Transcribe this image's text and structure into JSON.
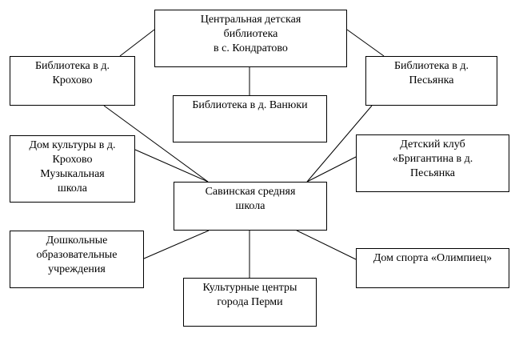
{
  "diagram": {
    "nodes": {
      "center_library": {
        "line1": "Центральная детская",
        "line2": "библиотека",
        "line3": "в с. Кондратово"
      },
      "library_krokhovo": {
        "line1": "Библиотека в д.",
        "line2": "Крохово"
      },
      "library_pesyanka": {
        "line1": "Библиотека в д.",
        "line2": "Песьянка"
      },
      "library_vanyuki": {
        "line1": "Библиотека в д. Ванюки"
      },
      "culture_house_krokhovo": {
        "line1": "Дом культуры в д.",
        "line2": "Крохово",
        "line3": "Музыкальная",
        "line4": "школа"
      },
      "club_brigantina": {
        "line1": "Детский клуб",
        "line2": "«Бригантина в д.",
        "line3": "Песьянка"
      },
      "savino_school": {
        "line1": "Савинская средняя",
        "line2": "школа"
      },
      "preschool": {
        "line1": "Дошкольные",
        "line2": "образовательные",
        "line3": "учреждения"
      },
      "sport_house": {
        "line1": "Дом спорта «Олимпиец»"
      },
      "perm_culture_centers": {
        "line1": "Культурные центры",
        "line2": "города Перми"
      }
    },
    "edges": [
      [
        "center_library",
        "library_krokhovo"
      ],
      [
        "center_library",
        "library_pesyanka"
      ],
      [
        "center_library",
        "library_vanyuki"
      ],
      [
        "library_krokhovo",
        "savino_school"
      ],
      [
        "culture_house_krokhovo",
        "savino_school"
      ],
      [
        "library_pesyanka",
        "savino_school"
      ],
      [
        "club_brigantina",
        "savino_school"
      ],
      [
        "savino_school",
        "preschool"
      ],
      [
        "savino_school",
        "sport_house"
      ],
      [
        "savino_school",
        "perm_culture_centers"
      ]
    ]
  }
}
